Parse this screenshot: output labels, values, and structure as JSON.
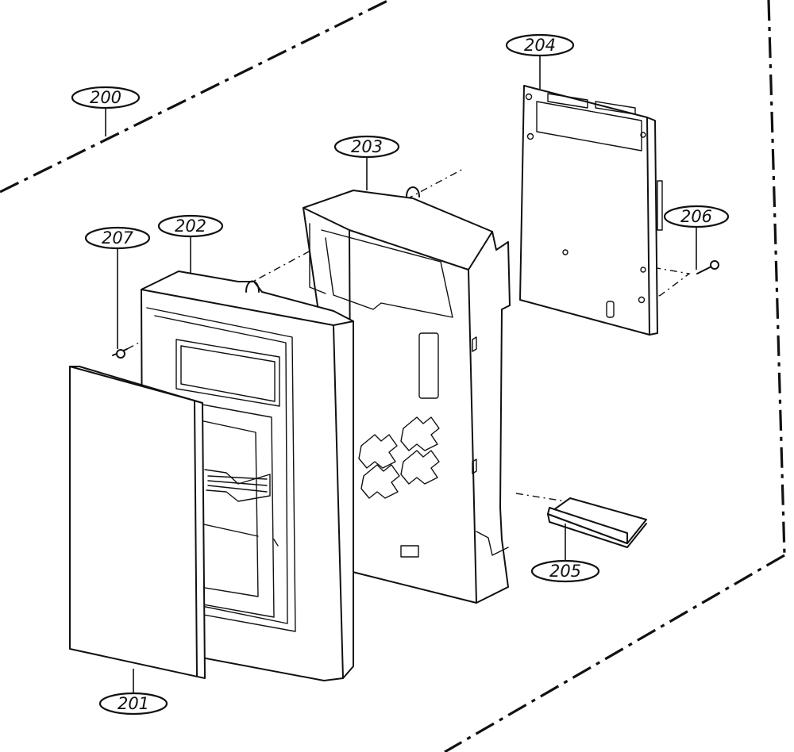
{
  "callouts": {
    "c200": "200",
    "c201": "201",
    "c202": "202",
    "c203": "203",
    "c204": "204",
    "c205": "205",
    "c206": "206",
    "c207": "207"
  },
  "parts": [
    "door-frame",
    "control-panel-frame",
    "front-panel",
    "pcb-assembly",
    "battery-pack",
    "screw-206",
    "screw-207"
  ]
}
